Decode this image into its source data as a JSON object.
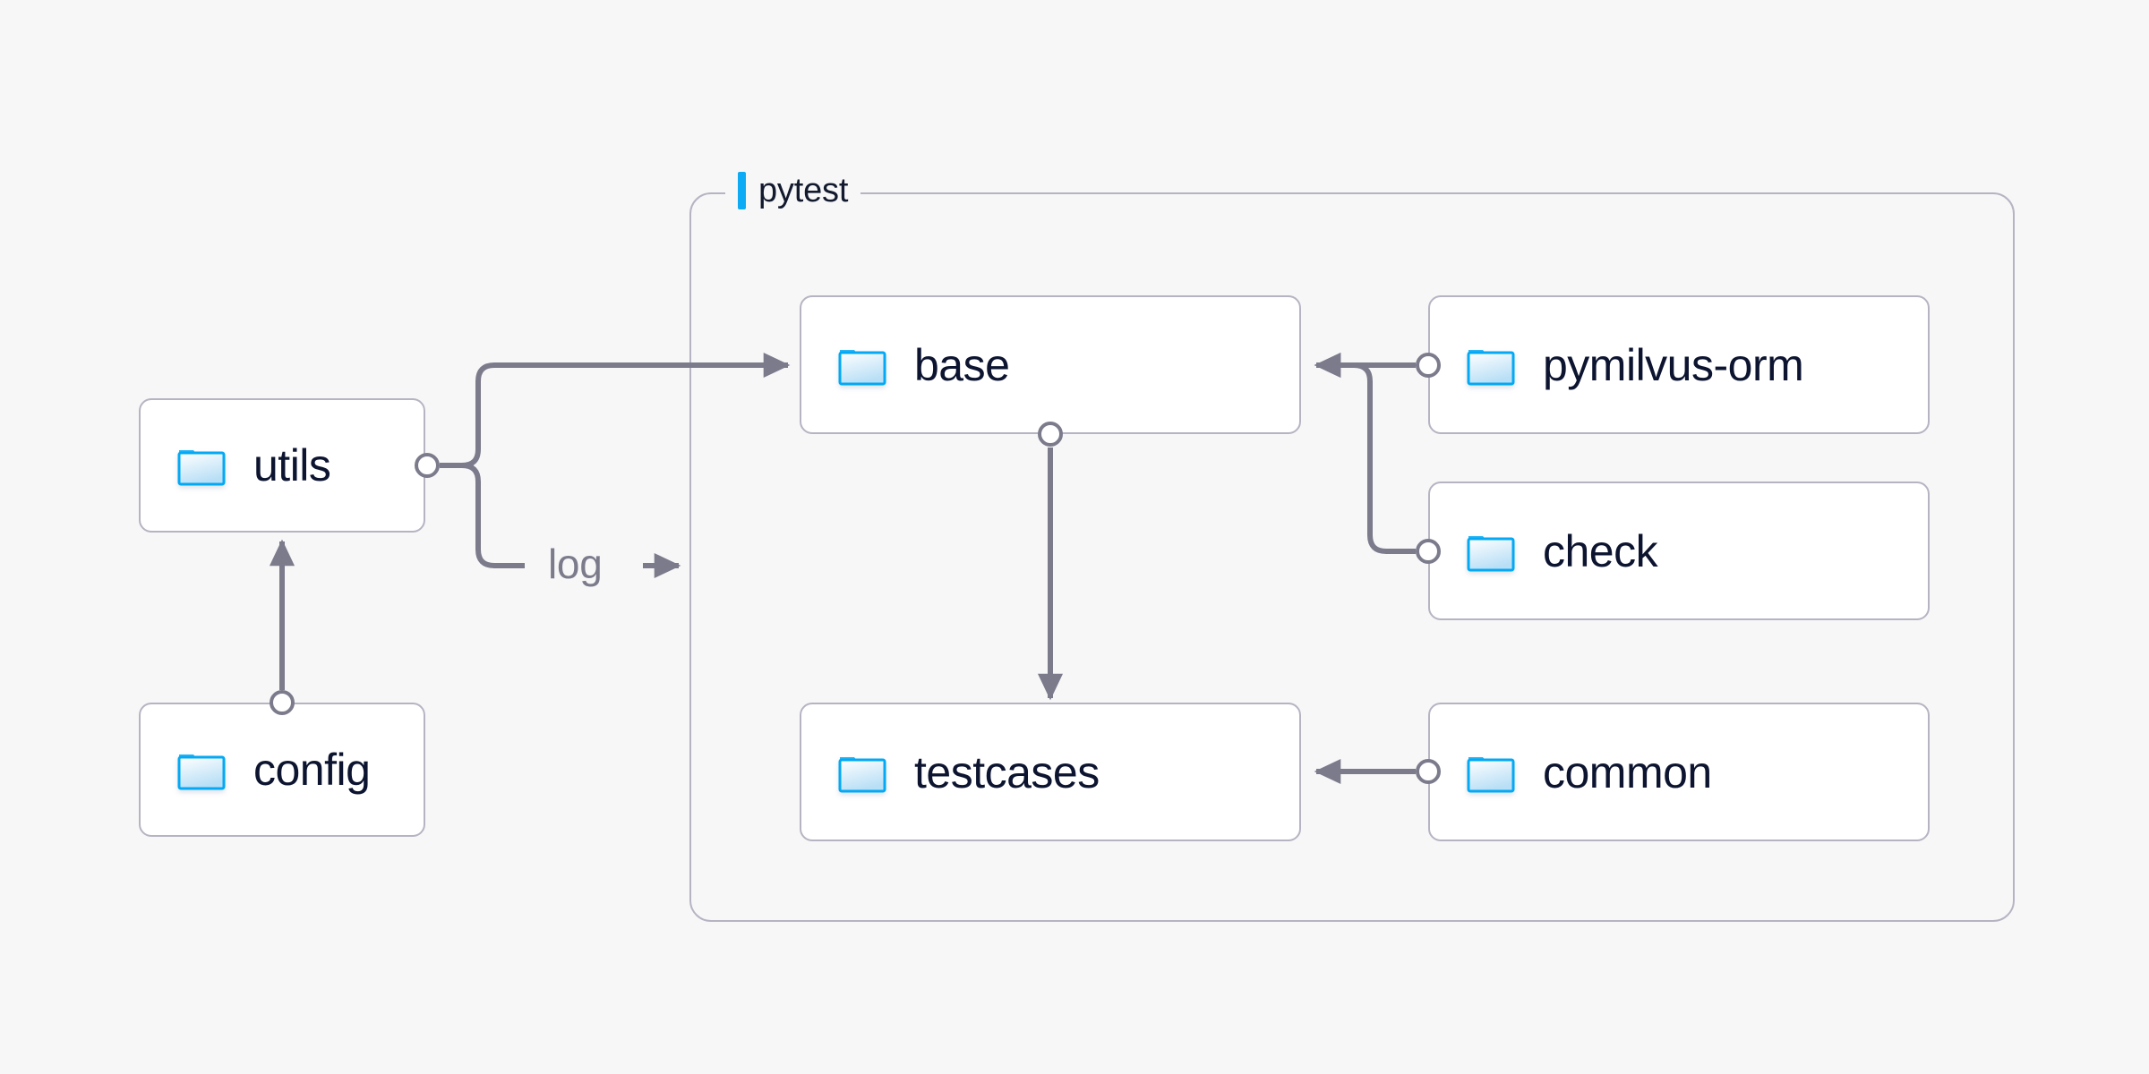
{
  "background_color": "#f7f7f8",
  "accent_color": "#0dabf5",
  "edge_color": "#7b7b8c",
  "node_border_color": "#b6b4c2",
  "node_text_color": "#0c1430",
  "diagram": {
    "group": {
      "label": "pytest",
      "label_accent_color": "#0dabf5"
    },
    "nodes": [
      {
        "id": "utils",
        "label": "utils",
        "icon": "folder-icon"
      },
      {
        "id": "config",
        "label": "config",
        "icon": "folder-icon"
      },
      {
        "id": "base",
        "label": "base",
        "icon": "folder-icon"
      },
      {
        "id": "testcases",
        "label": "testcases",
        "icon": "folder-icon"
      },
      {
        "id": "pymilvus-orm",
        "label": "pymilvus-orm",
        "icon": "folder-icon"
      },
      {
        "id": "check",
        "label": "check",
        "icon": "folder-icon"
      },
      {
        "id": "common",
        "label": "common",
        "icon": "folder-icon"
      }
    ],
    "edges": [
      {
        "id": "utils-base",
        "from": "utils",
        "to": "base",
        "label": ""
      },
      {
        "id": "utils-log",
        "from": "utils",
        "to": "pytest",
        "label": "log"
      },
      {
        "id": "config-utils",
        "from": "config",
        "to": "utils",
        "label": ""
      },
      {
        "id": "base-testcases",
        "from": "base",
        "to": "testcases",
        "label": ""
      },
      {
        "id": "pymilvusorm-base",
        "from": "pymilvus-orm",
        "to": "base",
        "label": ""
      },
      {
        "id": "check-base",
        "from": "check",
        "to": "base",
        "label": ""
      },
      {
        "id": "common-testcases",
        "from": "common",
        "to": "testcases",
        "label": ""
      }
    ]
  }
}
